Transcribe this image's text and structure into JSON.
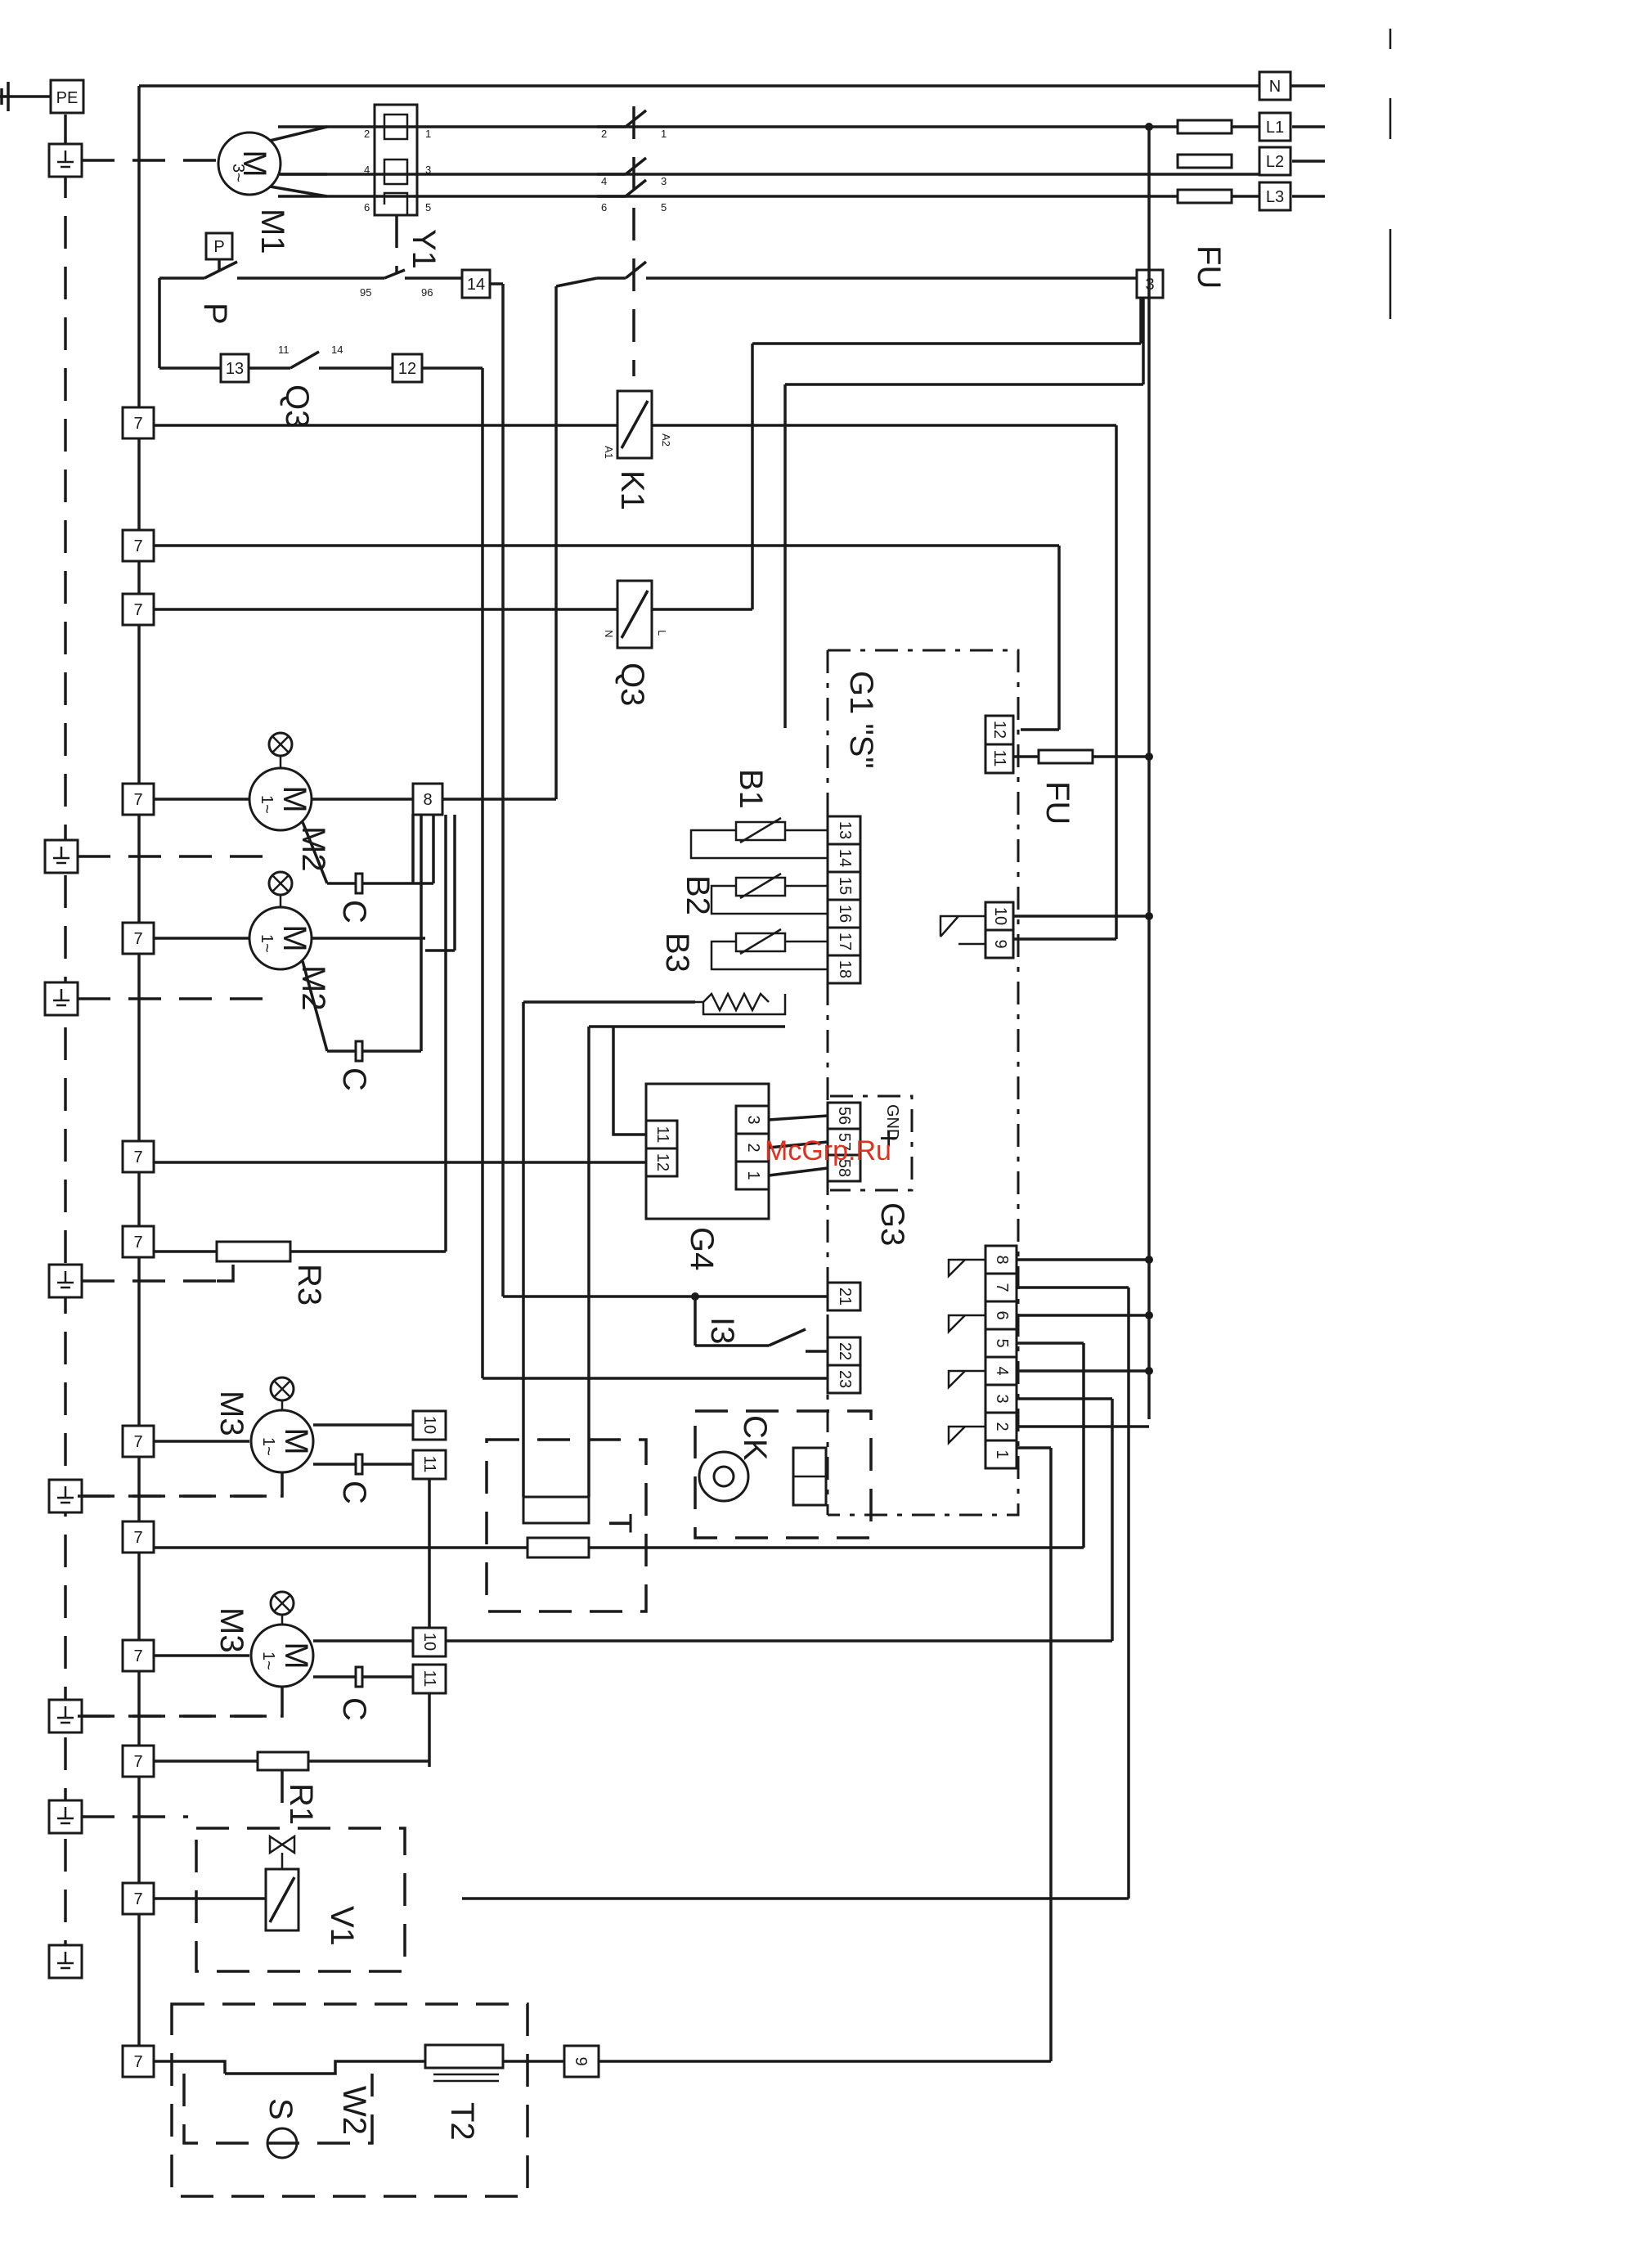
{
  "terminals_right": [
    "N",
    "L1",
    "L2",
    "L3"
  ],
  "terminal_pe": "PE",
  "labels": {
    "m1": "M1",
    "y1": "Y1",
    "fu": "FU",
    "p": "P",
    "p_small": "P",
    "q3_contact": "Q3",
    "k1": "K1",
    "a1": "A1",
    "a2": "A2",
    "q3_coil": "Q3",
    "n": "N",
    "l": "L",
    "g1": "G1 \"S\"",
    "fu2": "FU",
    "b1": "B1",
    "b2": "B2",
    "b3": "B3",
    "m2a": "M2",
    "m2b": "M2",
    "c1": "C",
    "c2": "C",
    "c3": "C",
    "c4": "C",
    "g4": "G4",
    "g3": "G3",
    "gnd": "GND",
    "plus": "+",
    "r3": "R3",
    "i3": "I3",
    "ck": "CK",
    "m3a": "M3",
    "m3b": "M3",
    "t": "T",
    "r1": "R1",
    "v1": "V1",
    "w2": "W2",
    "s": "S",
    "t2": "T2",
    "motor": "M",
    "three_phase": "3~",
    "one_phase": "1~"
  },
  "contact_numbers": {
    "y1_in": [
      "2",
      "4",
      "6"
    ],
    "y1_out": [
      "1",
      "3",
      "5"
    ],
    "k1_in": [
      "2",
      "4",
      "6"
    ],
    "k1_out": [
      "1",
      "3",
      "5"
    ],
    "y1_aux": [
      "95",
      "96"
    ],
    "q3_aux": [
      "11",
      "14"
    ]
  },
  "terminal_numbers": {
    "t14": "14",
    "t3": "3",
    "t13": "13",
    "t12": "12",
    "t8": "8",
    "t7": "7",
    "t10": "10",
    "t11": "11",
    "t9": "9"
  },
  "g1_pins": {
    "top": [
      "12",
      "11"
    ],
    "sensors": [
      "13",
      "14",
      "15",
      "16",
      "17",
      "18"
    ],
    "relay": [
      "10",
      "9"
    ],
    "g3": [
      "56",
      "57",
      "58"
    ],
    "i3": [
      "21",
      "22",
      "23"
    ],
    "outputs": [
      "8",
      "7",
      "6",
      "5",
      "4",
      "3",
      "2",
      "1"
    ]
  },
  "g4_pins": {
    "left": [
      "11",
      "12"
    ],
    "right": [
      "3",
      "2",
      "1"
    ]
  },
  "watermark": "McGrp.Ru"
}
